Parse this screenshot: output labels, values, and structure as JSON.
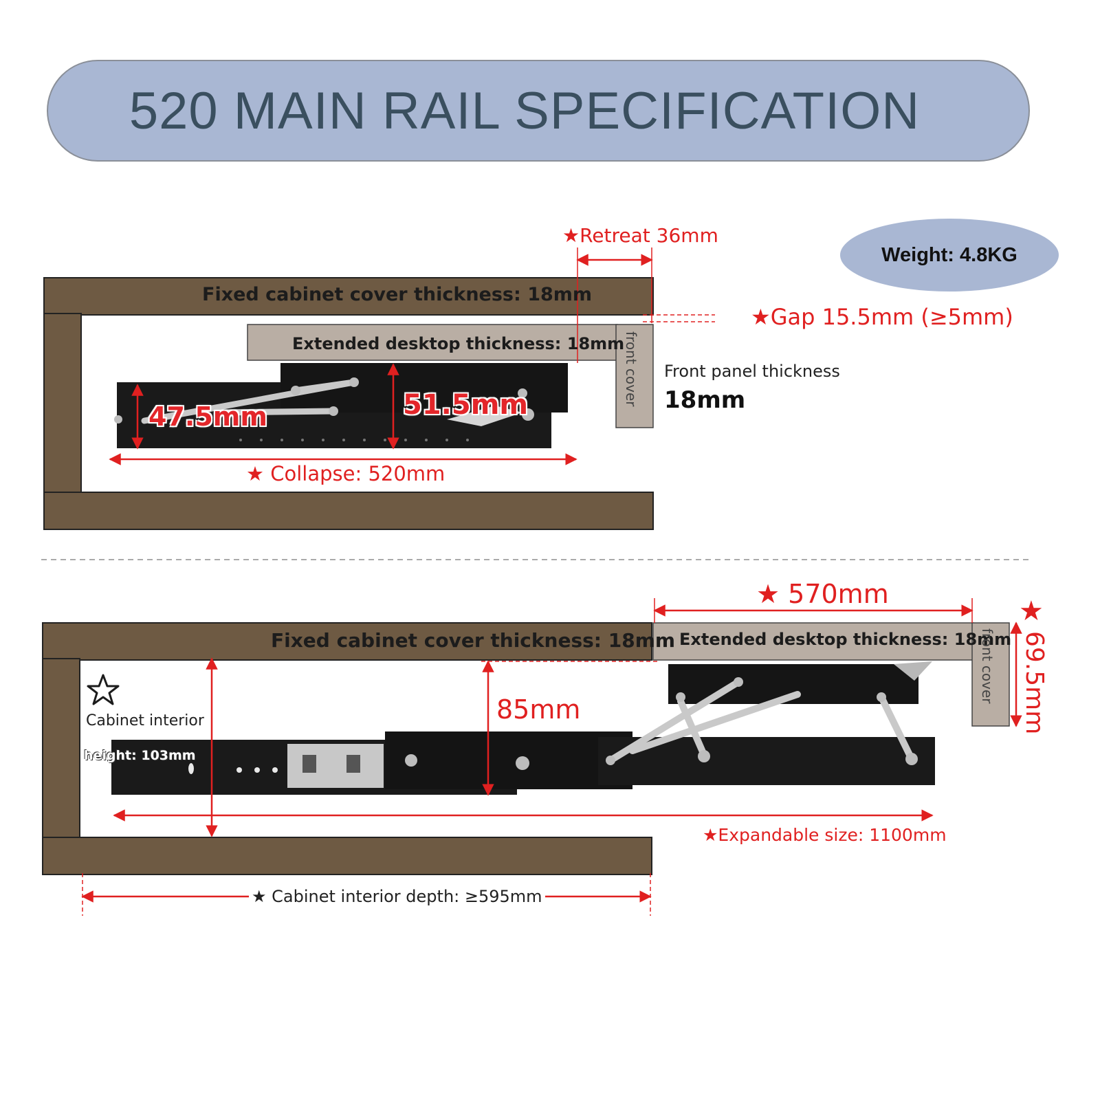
{
  "title": "520 MAIN RAIL SPECIFICATION",
  "weight": "Weight: 4.8KG",
  "collapsed": {
    "retreat": "★Retreat 36mm",
    "cover_label": "Fixed cabinet cover thickness: 18mm",
    "desktop_label": "Extended desktop thickness: 18mm",
    "front_cover": "front cover",
    "gap": "★Gap 15.5mm (≥5mm)",
    "front_panel_label": "Front panel thickness",
    "front_panel_value": "18mm",
    "rail_height_1": "47.5mm",
    "rail_height_2": "51.5mm",
    "collapse": "★ Collapse: 520mm"
  },
  "expanded": {
    "extension": "★ 570mm",
    "cover_label": "Fixed cabinet cover thickness: 18mm",
    "desktop_label": "Extended desktop thickness: 18mm",
    "front_cover": "front cover",
    "side_height": "69.5mm",
    "lift_height": "85mm",
    "interior_label": "Cabinet interior",
    "interior_height": "height: 103mm",
    "expandable": "★Expandable size: 1100mm",
    "depth": "★ Cabinet interior depth: ≥595mm"
  },
  "colors": {
    "cabinet": "#6e5a43",
    "desktop": "#b9aea4",
    "dimension": "#e02020",
    "banner": "#a9b7d3",
    "rail": "#1a1a1a"
  }
}
